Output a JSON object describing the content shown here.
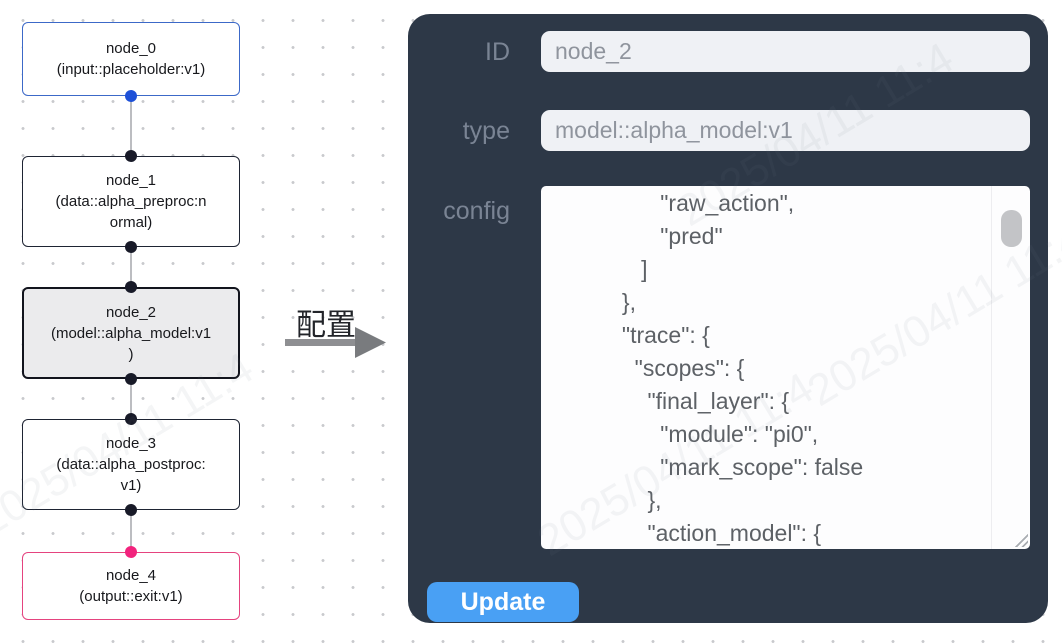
{
  "diagram": {
    "nodes": [
      {
        "variant": "input",
        "lines": [
          "node_0",
          "(input::placeholder:v1)"
        ]
      },
      {
        "variant": "default",
        "lines": [
          "node_1",
          "(data::alpha_preproc:n",
          "ormal)"
        ]
      },
      {
        "variant": "selected",
        "lines": [
          "node_2",
          "(model::alpha_model:v1",
          ")"
        ]
      },
      {
        "variant": "default",
        "lines": [
          "node_3",
          "(data::alpha_postproc:",
          "v1)"
        ]
      },
      {
        "variant": "output",
        "lines": [
          "node_4",
          "(output::exit:v1)"
        ]
      }
    ],
    "colors": {
      "input_border": "#3c69c8",
      "input_port": "#1d50d8",
      "default_border": "#1e2433",
      "selected_fill": "#ebebed",
      "output_border": "#e5437f",
      "output_port": "#f2237d",
      "port": "#181a28",
      "edge": "#bcbdc1"
    }
  },
  "transfer": {
    "label": "配置",
    "arrow_color": "#8e8f92"
  },
  "panel": {
    "bg_color": "#2d3847",
    "fields": [
      {
        "label": "ID",
        "value": "node_2"
      },
      {
        "label": "type",
        "value": "model::alpha_model:v1"
      }
    ],
    "config": {
      "label": "config",
      "lines": [
        "                \"raw_action\",",
        "                \"pred\"",
        "             ]",
        "          },",
        "          \"trace\": {",
        "            \"scopes\": {",
        "              \"final_layer\": {",
        "                \"module\": \"pi0\",",
        "                \"mark_scope\": false",
        "              },",
        "              \"action_model\": {"
      ]
    },
    "update_label": "Update",
    "accent_color": "#49a0f4"
  },
  "watermark": {
    "text": "2025/04/11 11:4"
  }
}
